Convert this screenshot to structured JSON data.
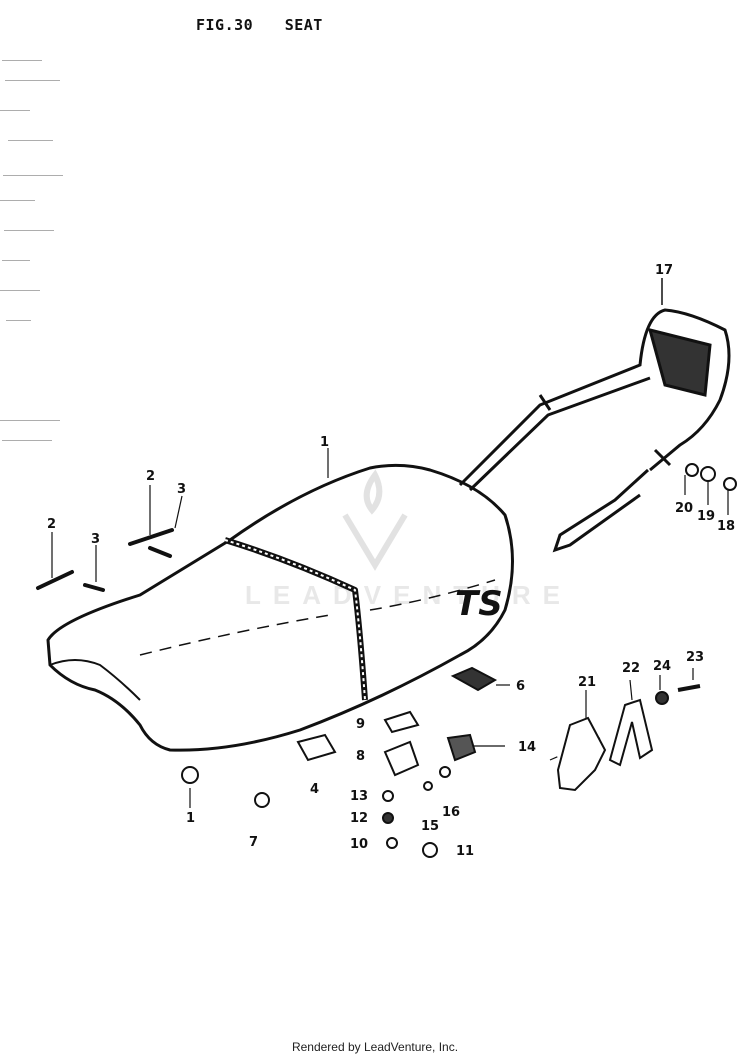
{
  "header": {
    "fig": "FIG.30",
    "title": "SEAT"
  },
  "seat_logo": "TS",
  "watermark": "LEADVENTURE",
  "footer": "Rendered by LeadVenture, Inc.",
  "callouts": [
    "1",
    "2",
    "3",
    "2",
    "3",
    "4",
    "6",
    "7",
    "8",
    "9",
    "10",
    "11",
    "12",
    "13",
    "14",
    "15",
    "16",
    "17",
    "18",
    "19",
    "20",
    "21",
    "22",
    "23",
    "24",
    "1"
  ]
}
